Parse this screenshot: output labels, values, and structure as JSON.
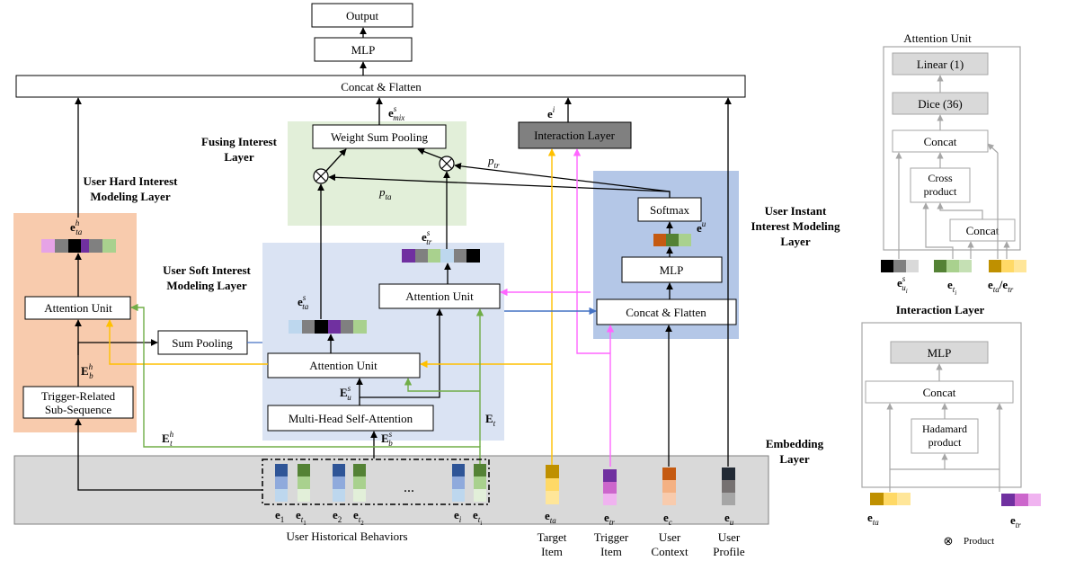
{
  "top": {
    "output": "Output",
    "mlp": "MLP",
    "concat_flatten": "Concat & Flatten"
  },
  "fusing": {
    "title_line1": "Fusing Interest",
    "title_line2": "Layer",
    "weight_sum_pooling": "Weight Sum Pooling",
    "e_mix": "e",
    "e_mix_sup": "s",
    "e_mix_sub": "mix",
    "p_ta": "p",
    "p_ta_sub": "ta",
    "p_tr": "p",
    "p_tr_sub": "tr"
  },
  "interaction_layer_box": "Interaction Layer",
  "e_i_top": "e",
  "e_i_top_sup": "i",
  "hard": {
    "title_line1": "User Hard Interest",
    "title_line2": "Modeling Layer",
    "attention_unit": "Attention Unit",
    "trigger_line1": "Trigger-Related",
    "trigger_line2": "Sub-Sequence",
    "e_ta": "e",
    "e_ta_sup": "h",
    "e_ta_sub": "ta",
    "E_b": "E",
    "E_b_sup": "h",
    "E_b_sub": "b",
    "E_t": "E",
    "E_t_sup": "h",
    "E_t_sub": "t"
  },
  "sum_pooling": "Sum Pooling",
  "soft": {
    "title_line1": "User Soft Interest",
    "title_line2": "Modeling Layer",
    "attention_unit_upper": "Attention Unit",
    "attention_unit_lower": "Attention Unit",
    "mhsa": "Multi-Head Self-Attention",
    "e_tr": "e",
    "e_tr_sup": "s",
    "e_tr_sub": "tr",
    "e_ta": "e",
    "e_ta_sup": "s",
    "e_ta_sub": "ta",
    "E_u": "E",
    "E_u_sup": "s",
    "E_u_sub": "u",
    "E_b": "E",
    "E_b_sup": "s",
    "E_b_sub": "b",
    "E_t": "E",
    "E_t_sub": "t"
  },
  "instant": {
    "title_line1": "User Instant",
    "title_line2": "Interest Modeling",
    "title_line3": "Layer",
    "softmax": "Softmax",
    "mlp": "MLP",
    "concat_flatten": "Concat & Flatten",
    "e_u": "e",
    "e_u_sup": "u"
  },
  "embedding": {
    "title_line1": "Embedding",
    "title_line2": "Layer",
    "ellipsis": "...",
    "labels": [
      {
        "main": "e",
        "sub": "1"
      },
      {
        "main": "e",
        "sub": "t",
        "subsub": "1"
      },
      {
        "main": "e",
        "sub": "2"
      },
      {
        "main": "e",
        "sub": "t",
        "subsub": "2"
      },
      {
        "main": "e",
        "sub": "i"
      },
      {
        "main": "e",
        "sub": "t",
        "subsub": "i"
      }
    ],
    "e_ta": {
      "main": "e",
      "sub": "ta"
    },
    "e_tr": {
      "main": "e",
      "sub": "tr"
    },
    "e_c": {
      "main": "e",
      "sub": "c"
    },
    "e_u": {
      "main": "e",
      "sub": "u"
    }
  },
  "bottom_labels": {
    "history": "User Historical Behaviors",
    "target_line1": "Target",
    "target_line2": "Item",
    "trigger_line1": "Trigger",
    "trigger_line2": "Item",
    "context_line1": "User",
    "context_line2": "Context",
    "profile_line1": "User",
    "profile_line2": "Profile"
  },
  "attention_unit_panel": {
    "title": "Attention Unit",
    "linear": "Linear (1)",
    "dice": "Dice (36)",
    "concat_top": "Concat",
    "cross_line1": "Cross",
    "cross_line2": "product",
    "concat_bottom": "Concat",
    "label_eu": "e",
    "label_eu_sup": "s",
    "label_eu_sub": "u",
    "label_eu_subsub": "i",
    "label_et": "e",
    "label_et_sub": "t",
    "label_et_subsub": "i",
    "label_eta_etr": "e",
    "label_eta_sub": "ta",
    "label_slash": "/e",
    "label_etr_sub": "tr"
  },
  "interaction_panel": {
    "title": "Interaction Layer",
    "mlp": "MLP",
    "concat": "Concat",
    "hadamard_line1": "Hadamard",
    "hadamard_line2": "product",
    "e_ta": "e",
    "e_ta_sub": "ta",
    "e_tr": "e",
    "e_tr_sub": "tr",
    "legend_symbol": "⊗",
    "legend_text": "Product"
  },
  "colors": {
    "hard_bg": "#f8cbad",
    "fusing_bg": "#e2efd9",
    "soft_bg": "#dae3f3",
    "instant_bg": "#b4c7e7",
    "embedding_bg": "#d9d9d9",
    "yellow_line": "#ffc000",
    "pink_line": "#ff66ff",
    "green_line": "#70ad47",
    "blue_line": "#4472c4",
    "dark_box": "#808080"
  }
}
